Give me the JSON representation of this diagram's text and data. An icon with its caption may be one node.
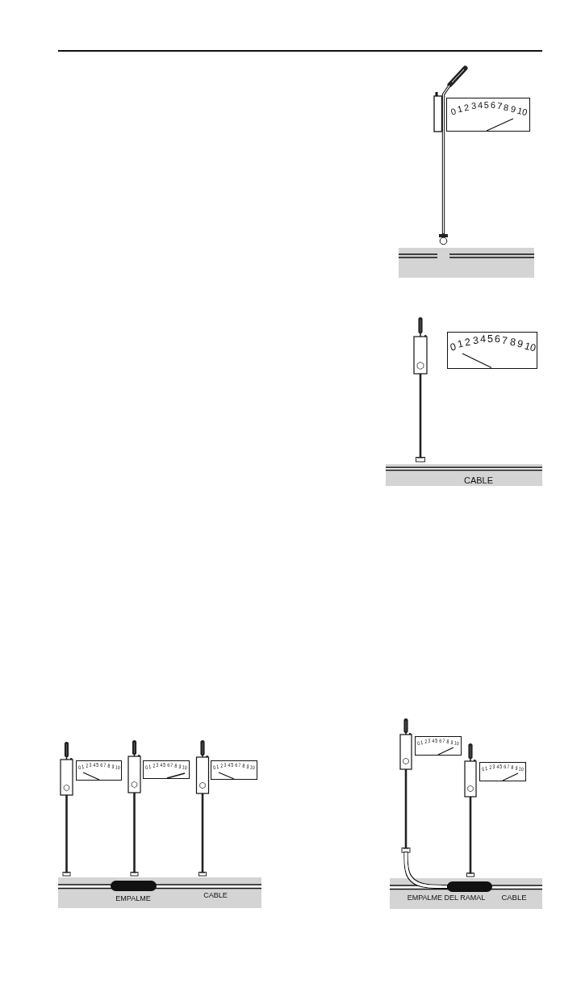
{
  "diagram": {
    "nodes": [
      {
        "text": [
          "0 1 2 3 4 5 6 7 8 9 10"
        ]
      },
      {
        "text": [],
        "shape": "bar"
      },
      {
        "text": [
          "0 1 2 3 4 5 6 7 8 9 10"
        ]
      },
      {
        "text": [
          "CABLE"
        ]
      },
      {
        "text": [
          "0 1 2 3 4 5 6 7 8 9 10"
        ]
      },
      {
        "text": [
          "0 1 2 3 4 5 6 7 8 9 10"
        ]
      },
      {
        "text": [
          "0 1 2 3 4 5 6 7 8 9 10"
        ]
      },
      {
        "text": [
          "CABLE"
        ]
      },
      {
        "text": [
          "EMPALME"
        ],
        "in": 7
      },
      {
        "text": [],
        "shape": "picture"
      },
      {
        "text": [
          "0 1 2 3 4 5 6 7 8 9 10"
        ]
      },
      {
        "text": [
          "0 1 2 3 4 5 6 7 8 9 10"
        ]
      },
      {
        "text": [
          "CABLE"
        ]
      },
      {
        "text": [
          "EMPALME DEL RAMAL"
        ],
        "in": 12
      }
    ],
    "edges": [
      {
        "from": 9,
        "to": 13,
        "arrow": "none"
      }
    ]
  }
}
